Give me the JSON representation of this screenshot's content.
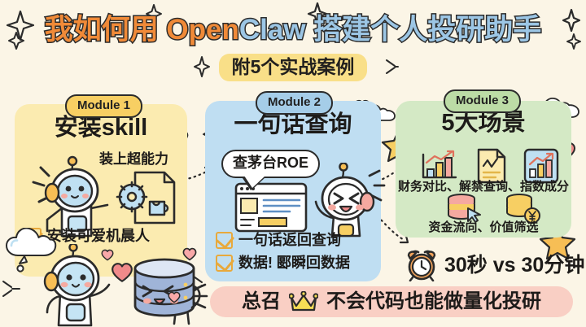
{
  "header": {
    "title_part_orange": "我如何用 Open",
    "title_part_blue": "Claw 搭建个人投研助手",
    "subtitle": "附5个实战案例"
  },
  "colors": {
    "background": "#FBF5E6",
    "panel1": "#FBEBB0",
    "panel2": "#BFDEF2",
    "panel3": "#D4E9C5",
    "badge1": "#F7CF63",
    "badge2": "#A5CDE8",
    "badge3": "#BCDCA6",
    "banner": "#F9CFC4",
    "title_orange": "#F08A38",
    "title_blue": "#9CC6E5",
    "check_yellow": "#E8A93C",
    "ink": "#2b2b2b"
  },
  "modules": [
    {
      "badge": "Module 1",
      "title": "安装skill",
      "sublabel": "装上超能力",
      "checks": [
        "安装可爱机晨人"
      ],
      "icons": [
        "robot-astronaut-icon",
        "gear-puzzle-file-icon",
        "database-character-icon"
      ]
    },
    {
      "badge": "Module 2",
      "title": "一句话查询",
      "bubble": "查茅台ROE",
      "checks": [
        "一句话返回查询",
        "数据! 郾瞬回数据"
      ],
      "icons": [
        "browser-window-icon",
        "robot-happy-icon"
      ]
    },
    {
      "badge": "Module 3",
      "title": "5大场景",
      "captions": [
        "财务对比、解禁查询、指数成分",
        "资金流向、价值筛选"
      ],
      "time_compare": "30秒 vs 30分钟",
      "icons": [
        "bar-chart-up-icon",
        "document-chart-icon",
        "framed-chart-icon",
        "coins-cursor-icon",
        "coins-yuan-icon",
        "alarm-clock-icon"
      ]
    }
  ],
  "banner": {
    "prefix": "总召",
    "crown_icon": "crown-icon",
    "text": "不会代码也能做量化投研"
  }
}
